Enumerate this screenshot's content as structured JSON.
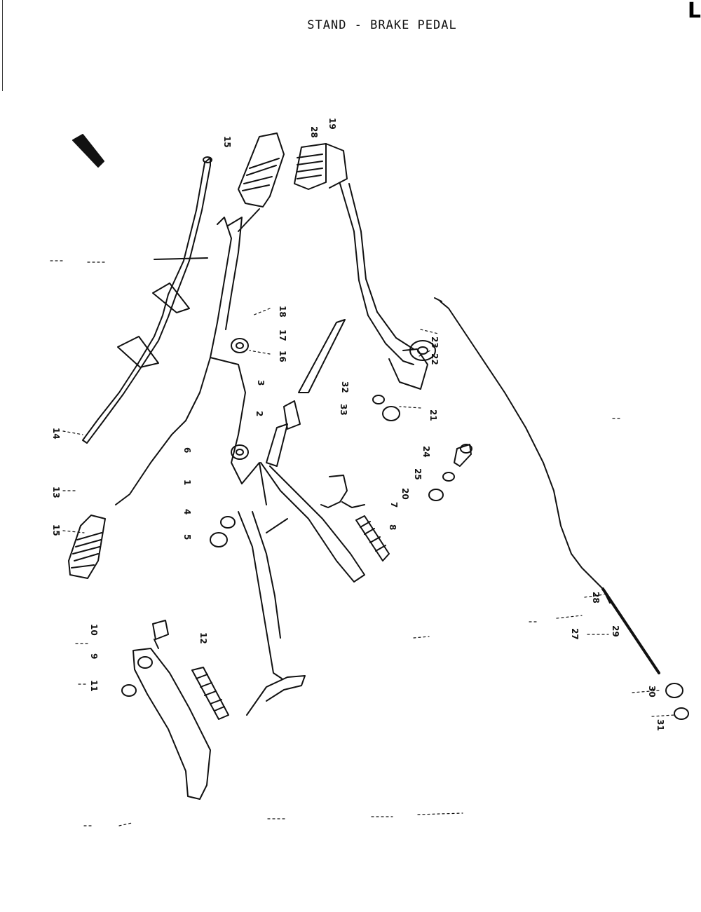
{
  "title": "STAND - BRAKE PEDAL",
  "corner_mark": "L",
  "callouts": [
    {
      "id": "c28a",
      "label": "28"
    },
    {
      "id": "c19a",
      "label": "19"
    },
    {
      "id": "c15a",
      "label": "15"
    },
    {
      "id": "c18",
      "label": "18"
    },
    {
      "id": "c17",
      "label": "17"
    },
    {
      "id": "c16",
      "label": "16"
    },
    {
      "id": "c3",
      "label": "3"
    },
    {
      "id": "c2",
      "label": "2"
    },
    {
      "id": "c6",
      "label": "6"
    },
    {
      "id": "c1",
      "label": "1"
    },
    {
      "id": "c4",
      "label": "4"
    },
    {
      "id": "c5",
      "label": "5"
    },
    {
      "id": "c7",
      "label": "7"
    },
    {
      "id": "c8",
      "label": "8"
    },
    {
      "id": "c20",
      "label": "20"
    },
    {
      "id": "c25",
      "label": "25"
    },
    {
      "id": "c24",
      "label": "24"
    },
    {
      "id": "c32",
      "label": "32"
    },
    {
      "id": "c33",
      "label": "33"
    },
    {
      "id": "c21",
      "label": "21"
    },
    {
      "id": "c22",
      "label": "22"
    },
    {
      "id": "c23",
      "label": "23"
    },
    {
      "id": "c14",
      "label": "14"
    },
    {
      "id": "c13",
      "label": "13"
    },
    {
      "id": "c15b",
      "label": "15"
    },
    {
      "id": "c10",
      "label": "10"
    },
    {
      "id": "c9",
      "label": "9"
    },
    {
      "id": "c11",
      "label": "11"
    },
    {
      "id": "c12",
      "label": "12"
    },
    {
      "id": "c28b",
      "label": "28"
    },
    {
      "id": "c27",
      "label": "27"
    },
    {
      "id": "c29",
      "label": "29"
    },
    {
      "id": "c30",
      "label": "30"
    },
    {
      "id": "c31",
      "label": "31"
    }
  ]
}
